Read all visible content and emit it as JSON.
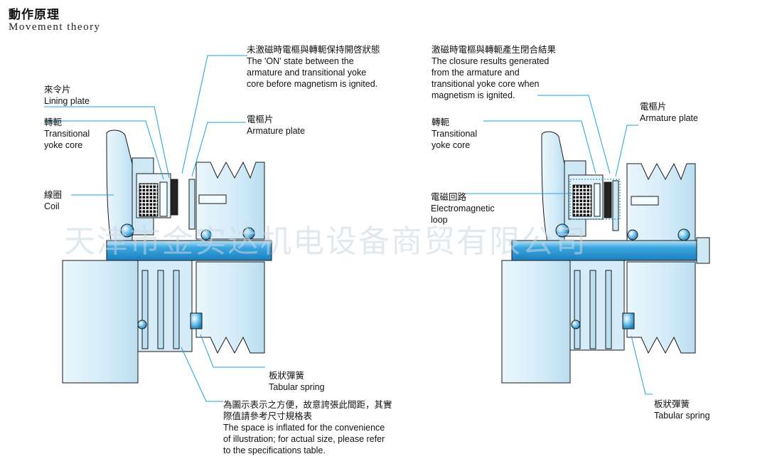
{
  "title": {
    "zh": "動作原理",
    "en": "Movement theory"
  },
  "watermark": "天津市金实达机电设备商贸有限公司",
  "left": {
    "lining_plate": {
      "zh": "來令片",
      "en": "Lining plate"
    },
    "yoke": {
      "zh": "轉軛",
      "en1": "Transitional",
      "en2": "yoke core"
    },
    "coil": {
      "zh": "線圈",
      "en": "Coil"
    },
    "on_state": {
      "zh": "未激磁時電樞與轉軛保持開啓狀態",
      "en1": "The 'ON' state between the",
      "en2": "armature and transitional yoke",
      "en3": "core before magnetism is ignited."
    },
    "armature": {
      "zh": "電樞片",
      "en": "Armature plate"
    },
    "spring": {
      "zh": "板狀彈簧",
      "en": "Tabular spring"
    },
    "note": {
      "zh1": "為圖示表示之方便，故意誇張此間距，其實",
      "zh2": "際值請參考尺寸規格表",
      "en1": "The space is inflated for the convenience",
      "en2": "of illustration; for actual size, please refer",
      "en3": "to the specifications table."
    }
  },
  "right": {
    "closure": {
      "zh": "激磁時電樞與轉軛產生閉合結果",
      "en1": "The closure results generated",
      "en2": "from the armature and",
      "en3": "transitional yoke core when",
      "en4": "magnetism is ignited."
    },
    "armature": {
      "zh": "電樞片",
      "en": "Armature plate"
    },
    "yoke": {
      "zh": "轉軛",
      "en1": "Transitional",
      "en2": "yoke core"
    },
    "loop": {
      "zh": "電磁回路",
      "en1": "Electromagnetic",
      "en2": "loop"
    },
    "spring": {
      "zh": "板狀彈簧",
      "en": "Tabular spring"
    }
  },
  "colors": {
    "body": "#d8edf8",
    "shade": "#a9d3ec",
    "shaft": "#2f9bd8",
    "line": "#1da0e0",
    "coil": "#111111"
  }
}
